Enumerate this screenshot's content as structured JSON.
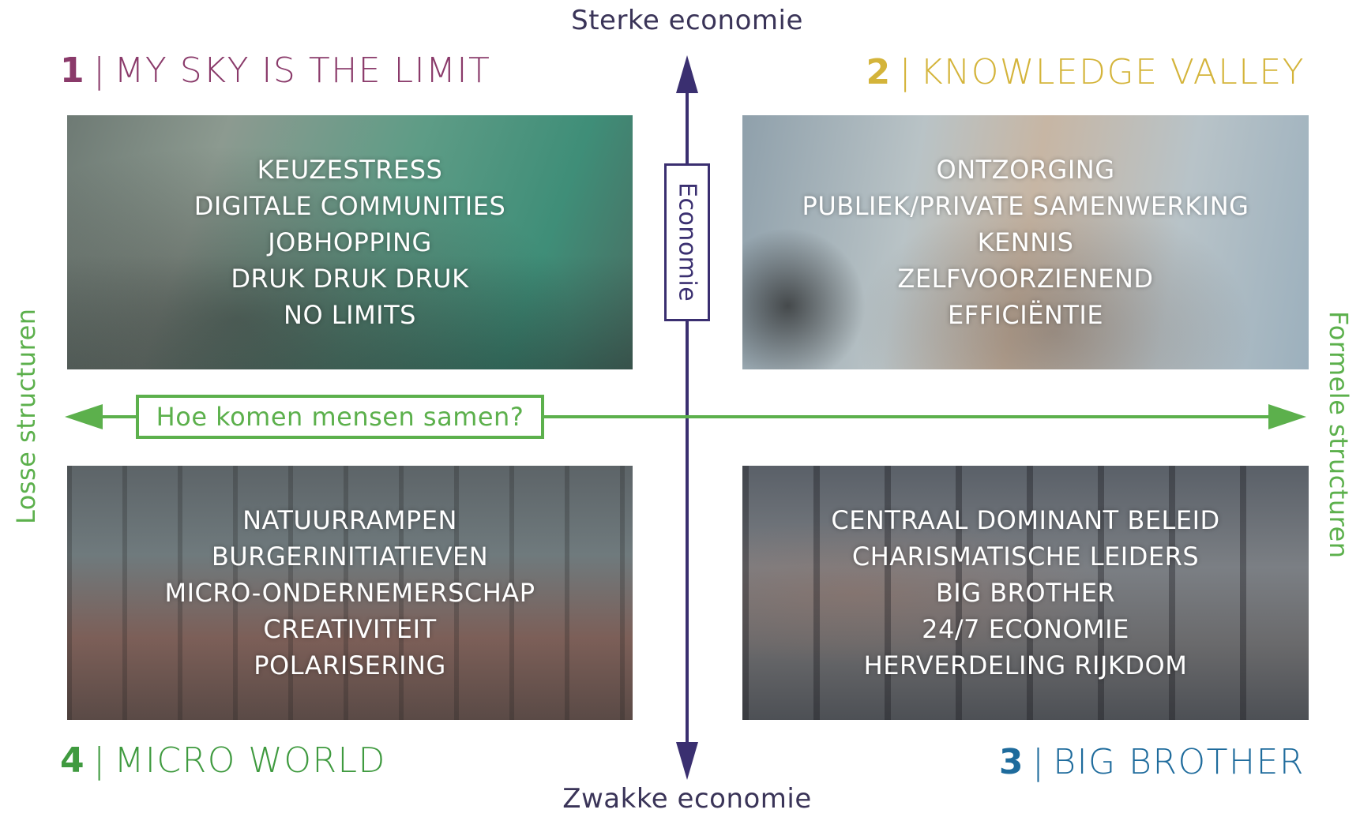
{
  "axes": {
    "top": "Sterke economie",
    "bottom": "Zwakke economie",
    "left": "Losse structuren",
    "right": "Formele structuren",
    "vertical_box": "Economie",
    "horizontal_box": "Hoe komen mensen samen?"
  },
  "colors": {
    "vertical_axis": "#3a2f70",
    "horizontal_axis": "#5cb04c",
    "q1": "#8a3a6a",
    "q2": "#d4b43a",
    "q3": "#1e6b9c",
    "q4": "#3f9a3f"
  },
  "quadrants": {
    "q1": {
      "number": "1",
      "separator": "|",
      "name": "MY SKY IS THE LIMIT",
      "items": [
        "KEUZESTRESS",
        "DIGITALE COMMUNITIES",
        "JOBHOPPING",
        "DRUK DRUK DRUK",
        "NO LIMITS"
      ]
    },
    "q2": {
      "number": "2",
      "separator": "|",
      "name": "KNOWLEDGE VALLEY",
      "items": [
        "ONTZORGING",
        "PUBLIEK/PRIVATE SAMENWERKING",
        "KENNIS",
        "ZELFVOORZIENEND",
        "EFFICIËNTIE"
      ]
    },
    "q3": {
      "number": "3",
      "separator": "|",
      "name": "BIG BROTHER",
      "items": [
        "CENTRAAL DOMINANT BELEID",
        "CHARISMATISCHE LEIDERS",
        "BIG BROTHER",
        "24/7 ECONOMIE",
        "HERVERDELING RIJKDOM"
      ]
    },
    "q4": {
      "number": "4",
      "separator": "|",
      "name": "MICRO WORLD",
      "items": [
        "NATUURRAMPEN",
        "BURGERINITIATIEVEN",
        "MICRO-ONDERNEMERSCHAP",
        "CREATIVITEIT",
        "POLARISERING"
      ]
    }
  }
}
